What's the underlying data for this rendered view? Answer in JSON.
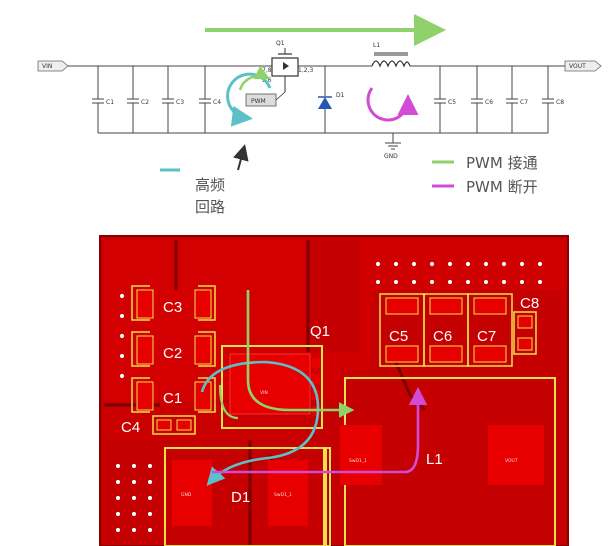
{
  "schematic": {
    "vin": "VIN",
    "vout": "VOUT",
    "q1": "Q1",
    "l1": "L1",
    "d1": "D1",
    "gnd": "GND",
    "pwm_box": "PWM",
    "q1_pins_left": "7,8",
    "q1_pins_sub": "5,6",
    "q1_pins_right": "1,2,3",
    "input_caps": [
      "C1",
      "C2",
      "C3",
      "C4"
    ],
    "output_caps": [
      "C5",
      "C6",
      "C7",
      "C8"
    ]
  },
  "legend": {
    "high_freq_line1": "高频",
    "high_freq_line2": "回路",
    "pwm_on": "PWM 接通",
    "pwm_off": "PWM 断开",
    "colors": {
      "high_freq": "#5bc0c8",
      "pwm_on": "#8fd16a",
      "pwm_off": "#d24bd6"
    }
  },
  "pcb": {
    "c3": "C3",
    "c2": "C2",
    "c1": "C1",
    "c4": "C4",
    "q1": "Q1",
    "c5": "C5",
    "c6": "C6",
    "c7": "C7",
    "c8": "C8",
    "l1": "L1",
    "d1": "D1",
    "pad_vin": "VIN",
    "pad_gnd": "GND",
    "pad_swd1": "SwD1_1",
    "pad_swd2": "SwD1_1",
    "pad_vout": "VOUT",
    "colors": {
      "board": "#cf0000",
      "copper": "#e50000",
      "silk": "#f2e04d"
    }
  }
}
